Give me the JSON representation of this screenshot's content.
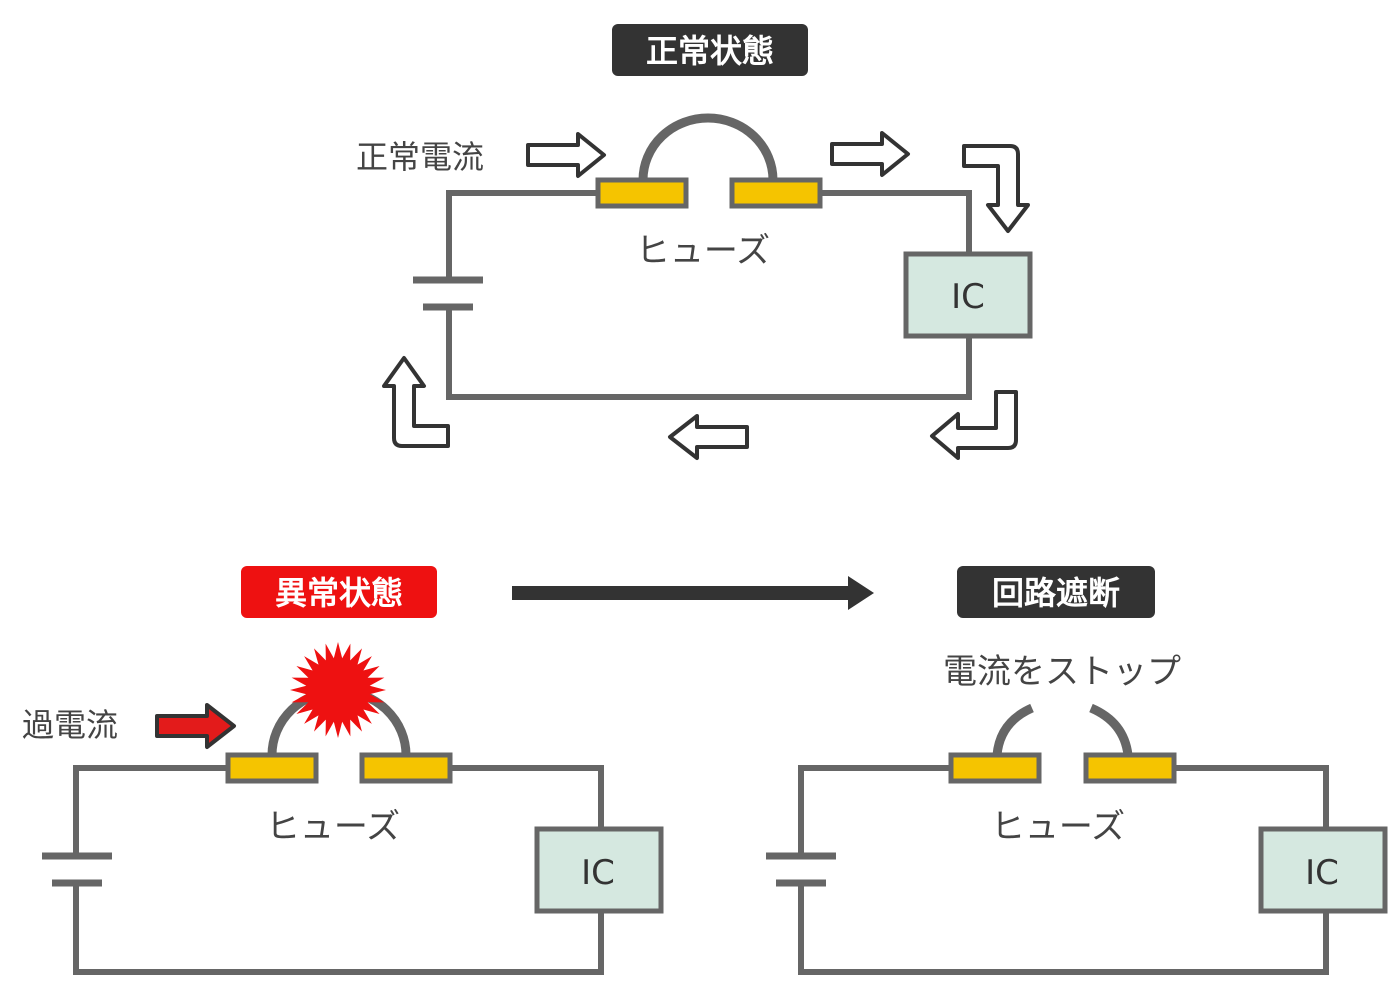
{
  "colors": {
    "wire": "#666666",
    "fuse_pad": "#f5c400",
    "ic_fill": "#d5e8e0",
    "badge_dark": "#333333",
    "badge_alert": "#ee1111",
    "overcurrent_arrow": "#e31b1b",
    "burst": "#ee1111"
  },
  "top_panel": {
    "badge": "正常状態",
    "current_label": "正常電流",
    "fuse_label": "ヒューズ",
    "ic_label": "IC"
  },
  "bottom_left_panel": {
    "badge": "異常状態",
    "current_label": "過電流",
    "fuse_label": "ヒューズ",
    "ic_label": "IC"
  },
  "bottom_right_panel": {
    "badge": "回路遮断",
    "status_label": "電流をストップ",
    "fuse_label": "ヒューズ",
    "ic_label": "IC"
  }
}
